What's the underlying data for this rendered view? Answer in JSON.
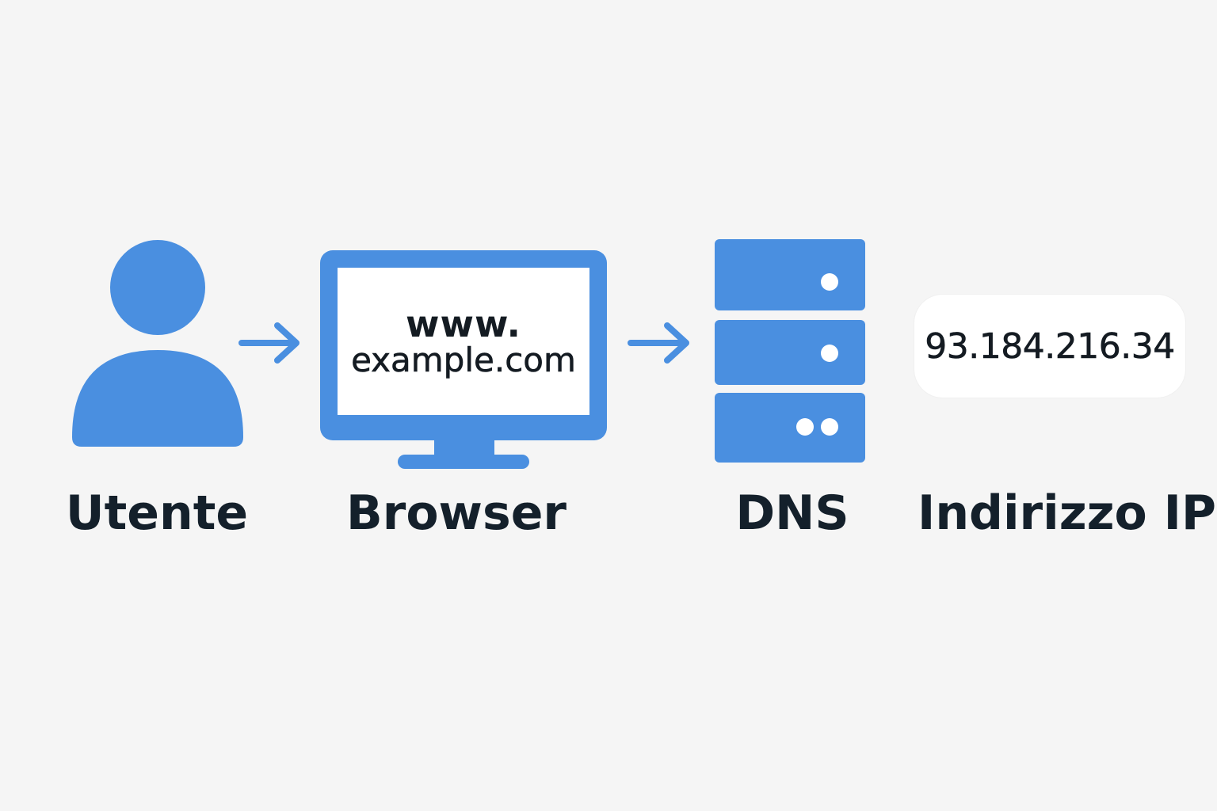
{
  "colors": {
    "accent": "#4a8fe0",
    "text": "#14202b",
    "background": "#f5f5f5"
  },
  "steps": [
    {
      "id": "user",
      "label": "Utente",
      "icon": "person-icon"
    },
    {
      "id": "browser",
      "label": "Browser",
      "icon": "monitor-icon"
    },
    {
      "id": "dns",
      "label": "DNS",
      "icon": "server-icon"
    },
    {
      "id": "ip",
      "label": "Indirizzo IP",
      "icon": "ip-address-box"
    }
  ],
  "browser": {
    "url_line1": "www.",
    "url_line2": "example.com"
  },
  "ip": {
    "address": "93.184.216.34"
  }
}
